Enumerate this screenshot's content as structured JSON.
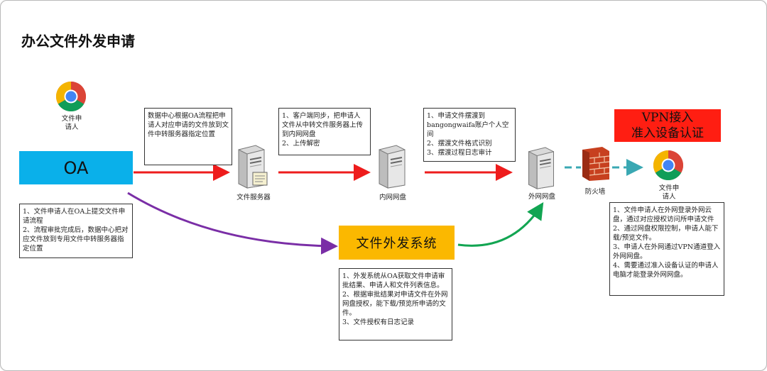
{
  "title": "办公文件外发申请",
  "nodes": {
    "requester_left": "文件申\n请人",
    "oa": "OA",
    "file_server": "文件服务器",
    "intranet_disk": "内网网盘",
    "extranet_disk": "外网网盘",
    "firewall": "防火墙",
    "requester_right": "文件申\n请人",
    "system": "文件外发系统",
    "vpn_line1": "VPN接入",
    "vpn_line2": "准入设备认证"
  },
  "notes": {
    "n1": [
      "数据中心根据OA流程把申请人对应申请的文件放到文件中转服务器指定位置"
    ],
    "n2": [
      "1、客户端同步，把申请人文件从中转文件服务器上传到内网网盘",
      "2、上传解密"
    ],
    "n3": [
      "1、申请文件摆渡到bangongwaifa账户个人空间",
      "2、摆渡文件格式识别",
      "3、摆渡过程日志审计"
    ],
    "n4": [
      "1、文件申请人在OA上提交文件申请流程",
      "2、流程审批完成后，数据中心把对应文件放到专用文件中转服务器指定位置"
    ],
    "n5": [
      "1、外发系统从OA获取文件申请审批结果、申请人和文件列表信息。",
      "2、根据审批结果对申请文件在外网网盘授权，能下载/预览所申请的文件。",
      "3、文件授权有日志记录"
    ],
    "n6": [
      "1、文件申请人在外网登录外网云盘，通过对应授权访问所申请文件",
      "2、通过网盘权限控制，申请人能下载/预览文件。",
      "3、申请人在外网通过VPN通道登入外网网盘。",
      "4、需要通过准入设备认证的申请人电脑才能登录外网网盘。"
    ]
  },
  "icons": [
    "chrome-icon",
    "server-icon",
    "firewall-icon"
  ],
  "colors": {
    "oa": "#0ab0ea",
    "system": "#fbb800",
    "vpn": "#ff1e12",
    "red_arrow": "#ee1c1c",
    "purple_arrow": "#7a2ea6",
    "green_arrow": "#12a552",
    "teal_arrow": "#3aa8b3"
  }
}
